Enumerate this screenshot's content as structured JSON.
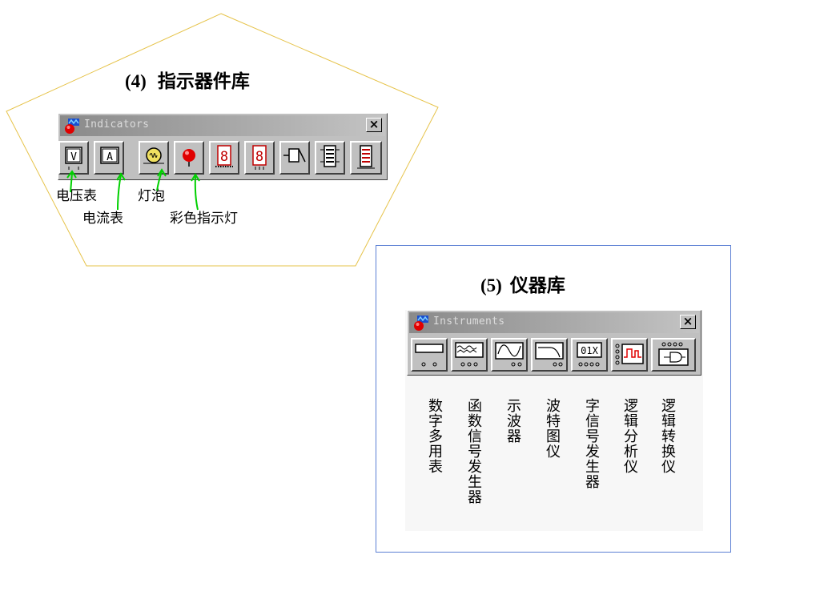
{
  "indicators": {
    "heading_number": "(4)",
    "heading_text": "指示器件库",
    "window_title": "Indicators",
    "close_label": "×",
    "labels": {
      "voltmeter": "电压表",
      "ammeter": "电流表",
      "bulb": "灯泡",
      "color_probe": "彩色指示灯"
    }
  },
  "instruments": {
    "heading_number": "(5)",
    "heading_text": "仪器库",
    "window_title": "Instruments",
    "close_label": "×",
    "labels": [
      "数字多用表",
      "函数信号发生器",
      "示波器",
      "波特图仪",
      "字信号发生器",
      "逻辑分析仪",
      "逻辑转换仪"
    ]
  },
  "colors": {
    "arrow_green": "#00d000",
    "pentagon_outline": "#e6c34a",
    "panel_border": "#5b7fd4",
    "display_red": "#c00000",
    "probe_red": "#e00000",
    "bulb_yellow": "#f0e060"
  }
}
